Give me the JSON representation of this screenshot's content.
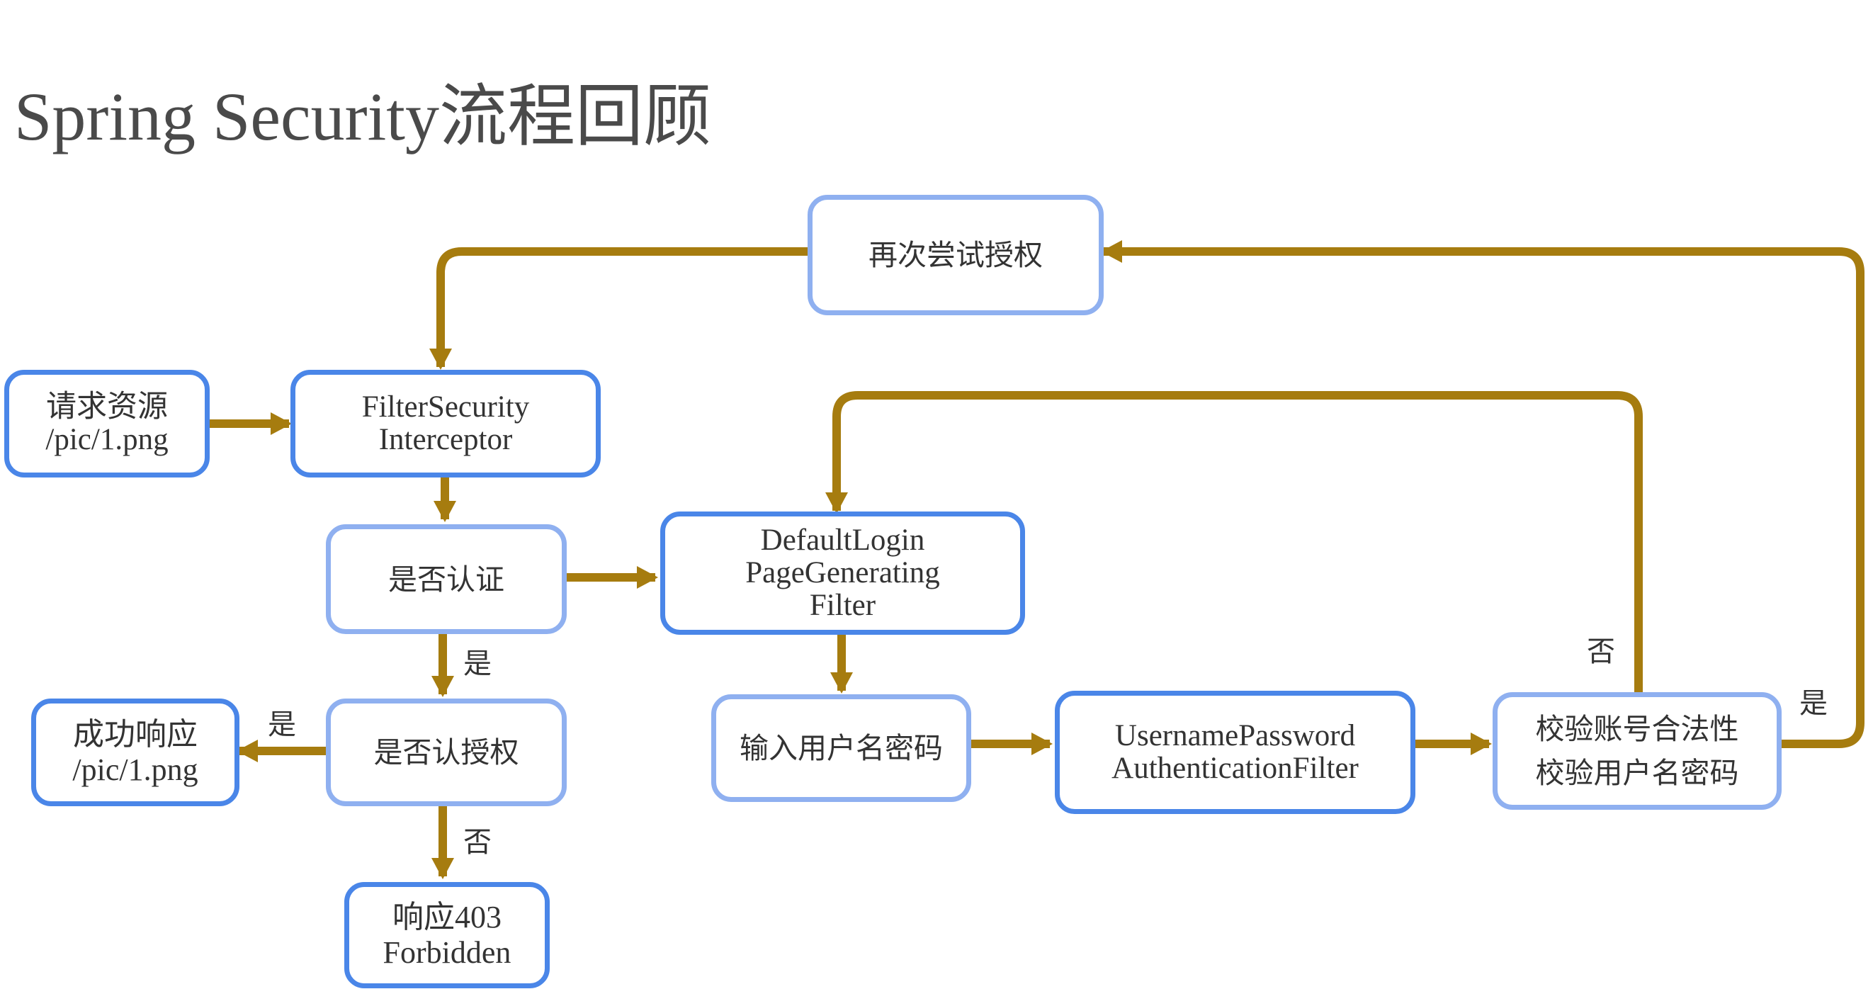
{
  "title": "Spring Security流程回顾",
  "colors": {
    "accent": "#4a86e8",
    "accent_light": "#8fb0f0",
    "arrow": "#a67c0f",
    "text": "#333333"
  },
  "nodes": {
    "request": {
      "line1": "请求资源",
      "line2": "/pic/1.png"
    },
    "filter_security": {
      "line1": "FilterSecurity",
      "line2": "Interceptor"
    },
    "retry": {
      "line1": "再次尝试授权"
    },
    "authenticated": {
      "line1": "是否认证"
    },
    "default_login": {
      "line1": "DefaultLogin",
      "line2": "PageGenerating",
      "line3": "Filter"
    },
    "authorized": {
      "line1": "是否认授权"
    },
    "success": {
      "line1": "成功响应",
      "line2": "/pic/1.png"
    },
    "forbidden": {
      "line1": "响应403",
      "line2": "Forbidden"
    },
    "input": {
      "line1": "输入用户名密码"
    },
    "upfilter": {
      "line1": "UsernamePassword",
      "line2": "AuthenticationFilter"
    },
    "validate": {
      "line1": "校验账号合法性",
      "line2": "校验用户名密码"
    }
  },
  "edge_labels": {
    "authorized_yes": "是",
    "authorized_no": "否",
    "authenticated_yes": "是",
    "validate_no": "否",
    "validate_yes": "是"
  }
}
